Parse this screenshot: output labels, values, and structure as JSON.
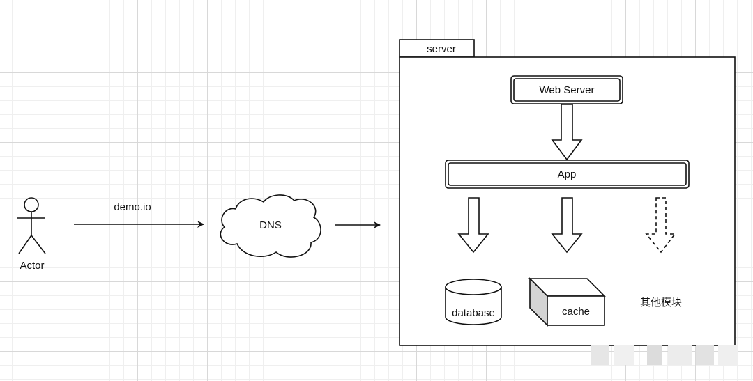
{
  "actor": {
    "label": "Actor"
  },
  "edge_label": "demo.io",
  "dns": {
    "label": "DNS"
  },
  "server": {
    "tab_label": "server",
    "web_server_label": "Web Server",
    "app_label": "App",
    "database_label": "database",
    "cache_label": "cache",
    "other_modules_label": "其他模块"
  },
  "colors": {
    "stroke": "#111111",
    "cache_side": "#d4d4d4",
    "grid": "#d8d8d8"
  }
}
